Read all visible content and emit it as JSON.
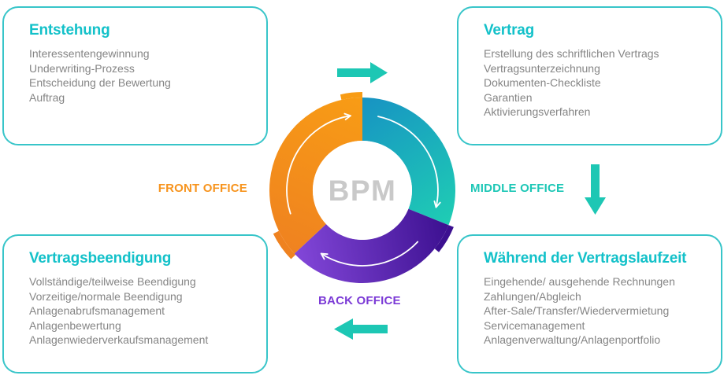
{
  "diagram": {
    "center_label": "BPM",
    "labels": {
      "front": "FRONT OFFICE",
      "middle": "MIDDLE OFFICE",
      "back": "BACK OFFICE"
    }
  },
  "boxes": [
    {
      "title": "Entstehung",
      "items": [
        "Interessentengewinnung",
        "Underwriting-Prozess",
        "Entscheidung der Bewertung",
        "Auftrag"
      ]
    },
    {
      "title": "Vertrag",
      "items": [
        "Erstellung des schriftlichen Vertrags",
        "Vertragsunterzeichnung",
        "Dokumenten-Checkliste",
        "Garantien",
        "Aktivierungsverfahren"
      ]
    },
    {
      "title": "Vertragsbeendigung",
      "items": [
        "Vollständige/teilweise Beendigung",
        "Vorzeitige/normale Beendigung",
        "Anlagenabrufsmanagement",
        "Anlagenbewertung",
        "Anlagenwiederverkaufsmanagement"
      ]
    },
    {
      "title": "Während der Vertragslaufzeit",
      "items": [
        "Eingehende/ ausgehende Rechnungen",
        "Zahlungen/Abgleich",
        "After-Sale/Transfer/Wiedervermietung",
        "Servicemanagement",
        "Anlagenverwaltung/Anlagenportfolio"
      ]
    }
  ],
  "colors": {
    "box_border": "#38C5C9",
    "heading": "#13C1C9",
    "item_text": "#858585",
    "arrow": "#1DC7B4",
    "front_office_label": "#F7941E",
    "middle_office_label": "#1DC7B6",
    "back_office_label": "#7B3AD6",
    "bpm_text": "#C9C9C9",
    "orange_grad_start": "#F89C15",
    "orange_grad_end": "#EF8220",
    "teal_grad_start": "#1793C3",
    "teal_grad_end": "#1FCDB4",
    "purple_grad_start": "#3C1090",
    "purple_grad_end": "#8347D9"
  }
}
